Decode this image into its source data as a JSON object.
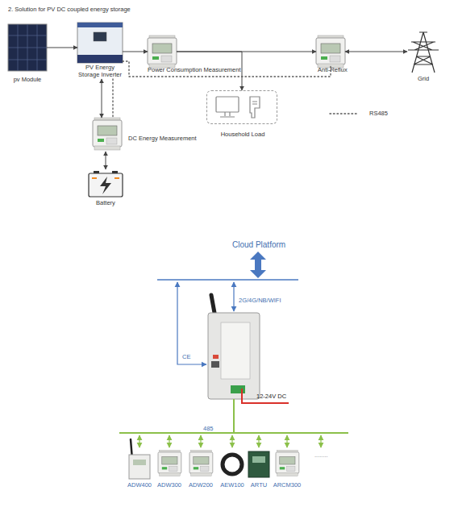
{
  "diagram": {
    "title": "2. Solution for PV DC coupled energy storage",
    "nodes": [
      {
        "text": [
          "pv Module"
        ]
      },
      {
        "text": [
          "PV Energy Storage Inverter"
        ]
      },
      {
        "text": [
          "Power Consumption Measurement"
        ]
      },
      {
        "text": [
          "Anti-Reflux"
        ]
      },
      {
        "text": [
          "Grid"
        ]
      },
      {
        "text": [
          "Household Load"
        ]
      },
      {
        "text": [
          "DC Energy Measurement"
        ]
      },
      {
        "text": [
          "Battery"
        ]
      },
      {
        "text": [
          "ADW400"
        ]
      },
      {
        "text": [
          "ADW300"
        ]
      },
      {
        "text": [
          "ADW200"
        ]
      },
      {
        "text": [
          "AEW100"
        ]
      },
      {
        "text": [
          "ARTU"
        ]
      },
      {
        "text": [
          "ARCM300"
        ]
      }
    ],
    "edges": [
      {
        "from": 0,
        "to": 1,
        "arrow": "to"
      },
      {
        "from": 1,
        "to": 2,
        "arrow": "to"
      },
      {
        "from": 2,
        "to": 3,
        "arrow": "to"
      },
      {
        "from": 3,
        "to": 4,
        "arrow": "both"
      },
      {
        "from": 2,
        "to": 5,
        "arrow": "to"
      },
      {
        "from": 1,
        "to": 6,
        "arrow": "both"
      },
      {
        "from": 1,
        "to": 6,
        "arrow": "none"
      },
      {
        "from": 6,
        "to": 7,
        "arrow": "both"
      },
      {
        "from": 1,
        "to": 3,
        "arrow": "none"
      }
    ],
    "labels": [
      "Cloud Platform",
      "2G/4G/NB/WIFI",
      "CE",
      "12-24V DC",
      "485",
      "........"
    ],
    "legend": [
      {
        "text": "RS485"
      }
    ]
  }
}
